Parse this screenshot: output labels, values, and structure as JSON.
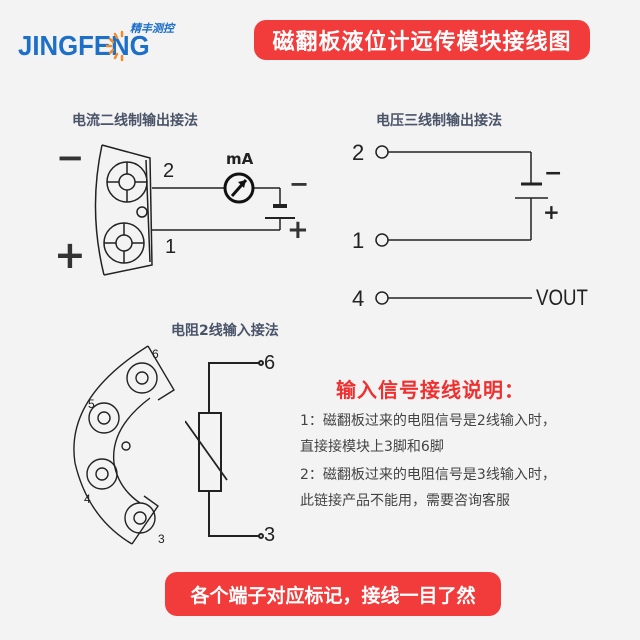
{
  "logo": {
    "brand": "JINGFENG",
    "subtitle": "精丰测控",
    "colors": {
      "blue": "#1d6fc7",
      "orange": "#f08a2a"
    }
  },
  "header": {
    "title": "磁翻板液位计远传模块接线图",
    "bg_color": "#f23c3c"
  },
  "current_section": {
    "label": "电流二线制输出接法",
    "minus_sign": "−",
    "plus_sign": "+",
    "terminal_2": "2",
    "terminal_1": "1",
    "meter_label": "mA",
    "battery_minus": "−",
    "battery_plus": "+"
  },
  "voltage_section": {
    "label": "电压三线制输出接法",
    "terminals": [
      {
        "number": "2"
      },
      {
        "number": "1"
      },
      {
        "number": "4"
      }
    ],
    "battery_minus": "−",
    "battery_plus": "+",
    "vout_label": "VOUT"
  },
  "resistance_section": {
    "label": "电阻2线输入接法",
    "terminal_top": "6",
    "terminal_bottom": "3",
    "block_marks": [
      "6",
      "5",
      "4",
      "3"
    ]
  },
  "description": {
    "title": "输入信号接线说明：",
    "lines": [
      "1：磁翻板过来的电阻信号是2线输入时，",
      "直接接模块上3脚和6脚",
      "2：磁翻板过来的电阻信号是3线输入时，",
      "此链接产品不能用，需要咨询客服"
    ],
    "title_color": "#f03030"
  },
  "footer": {
    "text": "各个端子对应标记，接线一目了然",
    "bg_color": "#f23c3c"
  }
}
